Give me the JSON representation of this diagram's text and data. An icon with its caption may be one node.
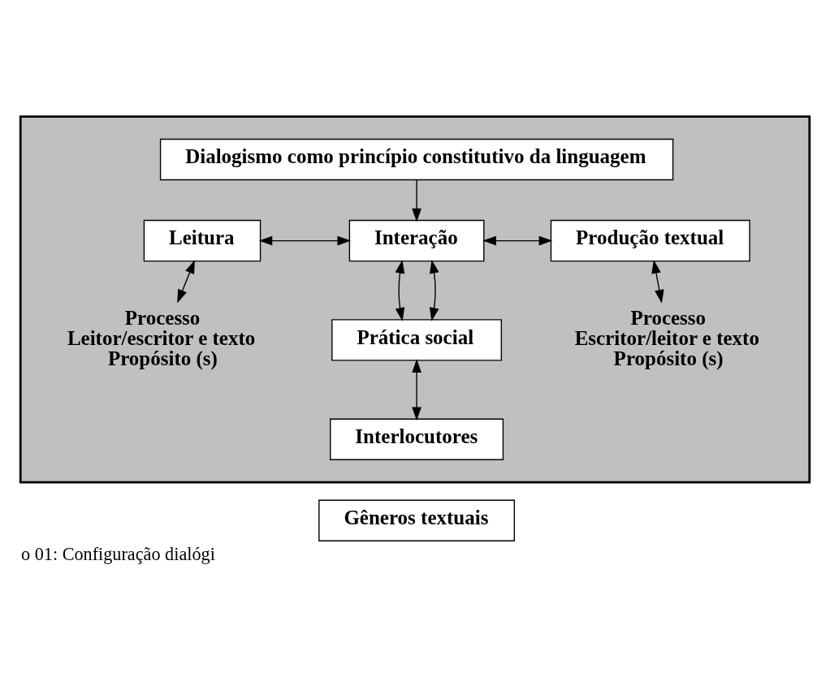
{
  "diagram": {
    "caption": "o 01: Configuração dialógi",
    "nodes": [
      {
        "text": [],
        "shape": "box"
      },
      {
        "text": [
          "Dialogismo como princípio constitutivo da linguagem"
        ],
        "in": 0
      },
      {
        "text": [
          "Leitura"
        ],
        "in": 0
      },
      {
        "text": [
          "Interação"
        ],
        "in": 0
      },
      {
        "text": [
          "Produção textual"
        ],
        "in": 0
      },
      {
        "text": [
          "Processo",
          "Leitor/escritor e texto",
          "Propósito (s)"
        ],
        "in": 0
      },
      {
        "text": [
          "Processo",
          "Escritor/leitor e texto",
          "Propósito (s)"
        ],
        "in": 0
      },
      {
        "text": [
          "Prática social"
        ],
        "in": 0
      },
      {
        "text": [
          "Interlocutores"
        ],
        "in": 0
      },
      {
        "text": [
          "Gêneros textuais"
        ]
      }
    ],
    "edges": [
      {
        "from": 1,
        "to": 3,
        "arrow": "to"
      },
      {
        "from": 2,
        "to": 3,
        "arrow": "both"
      },
      {
        "from": 3,
        "to": 4,
        "arrow": "both"
      },
      {
        "from": 2,
        "to": 5,
        "arrow": "both"
      },
      {
        "from": 4,
        "to": 6,
        "arrow": "both"
      },
      {
        "from": 3,
        "to": 7,
        "arrow": "both"
      },
      {
        "from": 3,
        "to": 7,
        "arrow": "both"
      },
      {
        "from": 7,
        "to": 8,
        "arrow": "both"
      }
    ]
  }
}
